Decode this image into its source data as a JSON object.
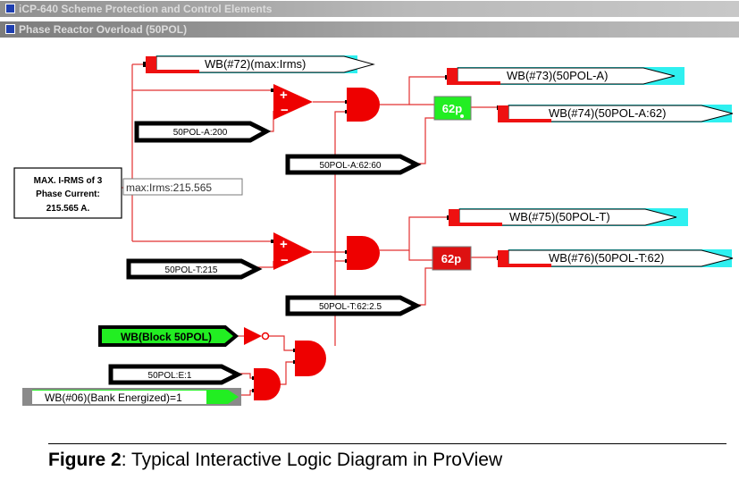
{
  "windows": {
    "main_title": "iCP-640 Scheme Protection and Control Elements",
    "sub_title": "Phase Reactor Overload (50POL)"
  },
  "source_box": {
    "line1": "MAX. I-RMS of 3",
    "line2": "Phase Current:",
    "line3": "215.565 A.",
    "tooltip": "max:Irms:215.565"
  },
  "outputs": {
    "max_irms": "WB(#72)(max:Irms)",
    "pol_a": "WB(#73)(50POL-A)",
    "pol_a_62": "WB(#74)(50POL-A:62)",
    "pol_t": "WB(#75)(50POL-T)",
    "pol_t_62": "WB(#76)(50POL-T:62)"
  },
  "setpoints": {
    "pol_a_pickup": "50POL-A:200",
    "pol_a_delay": "50POL-A:62:60",
    "pol_t_pickup": "50POL-T:215",
    "pol_t_delay": "50POL-T:62:2.5",
    "pol_enable": "50POL:E:1"
  },
  "inputs": {
    "block": "WB(Block 50POL)",
    "bank_energized": "WB(#06)(Bank Energized)=1"
  },
  "timers": {
    "a": "62p",
    "t": "62p"
  },
  "comparators": {
    "plus": "+",
    "minus": "−"
  },
  "caption": {
    "label": "Figure 2",
    "text": ": Typical Interactive Logic Diagram in ProView"
  },
  "colors": {
    "wire": "#e23030",
    "gate": "#ee0000",
    "active_green": "#22ee22",
    "timer_red": "#dd1111",
    "output_cyan": "#2ff0f0",
    "output_red": "#ee1111"
  }
}
